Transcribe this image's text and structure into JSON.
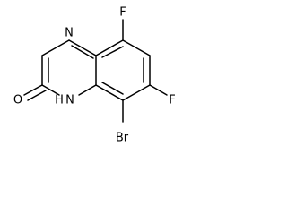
{
  "molecule": {
    "atoms": {
      "f_top": "F",
      "n_top": "N",
      "f_right": "F",
      "o_left": "O",
      "nh_bottom": "N",
      "h_nh": "H",
      "br_bottom": "Br"
    }
  }
}
